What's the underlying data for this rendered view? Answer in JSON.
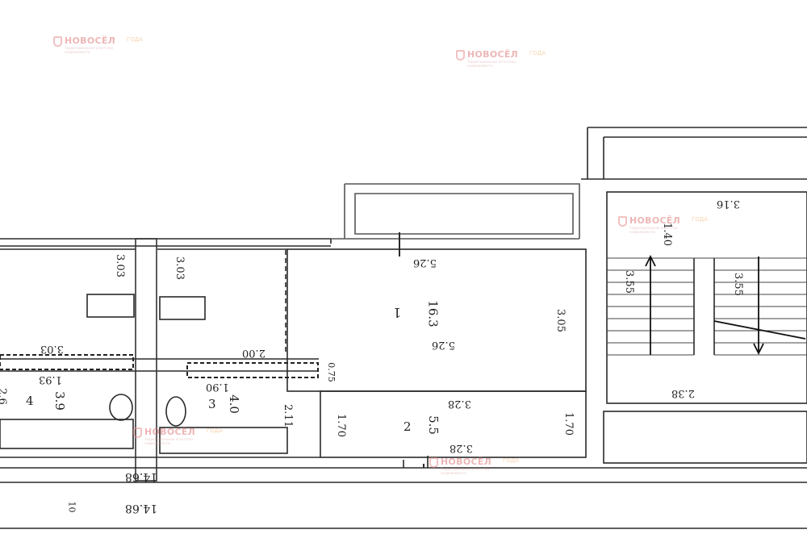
{
  "watermarks": [
    {
      "name": "НОВОСЁЛ",
      "tag": "Территориальное агентство недвижимости",
      "badge": "ГОДА"
    },
    {
      "name": "НОВОСЁЛ",
      "tag": "Территориальное агентство недвижимости",
      "badge": "ГОДА"
    },
    {
      "name": "НОВОСЁЛ",
      "tag": "Территориальное агентство недвижимости",
      "badge": "ГОДА"
    },
    {
      "name": "НОВОСЁЛ",
      "tag": "Территориальное агентство недвижимости",
      "badge": "ГОДА"
    },
    {
      "name": "НОВОСЁЛ",
      "tag": "Территориальное агентство недвижимости",
      "badge": "ГОДА"
    }
  ],
  "labels": {
    "stair_top_width": "3.16",
    "balcony_top": "5.26",
    "room_width": "5.26",
    "room_area": "16.3",
    "room_number": "1",
    "room_height": "3.05",
    "kitchen_depth_left": "3.03",
    "kitchen_depth_right": "3.03",
    "corridor_width": "2.00",
    "left_room_width": "1.93",
    "bath_width": "1.90",
    "bath_area": "4.0",
    "bath_number": "3",
    "left_area": "3.9",
    "left_number": "4",
    "corridor_len": "2.11",
    "hall_width_top": "3.28",
    "hall_area": "5.5",
    "hall_number": "2",
    "hall_width_bottom": "3.28",
    "hall_left": "1.70",
    "hall_right": "1.70",
    "stair_bottom": "2.38",
    "stair_left": "3.55",
    "stair_right": "3.55",
    "stair_small": "1.40",
    "partition": "0.75",
    "outer_top": "14.68",
    "outer_bottom": "14.68",
    "small_box": "10",
    "left_edge": "2.6"
  }
}
